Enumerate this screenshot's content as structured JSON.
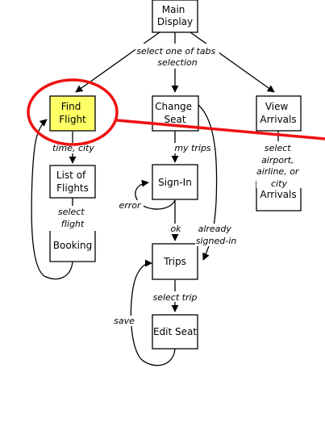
{
  "colors": {
    "highlight_fill": "#ffff66",
    "annotation_red": "#ee1111",
    "stroke": "#000000",
    "background": "#ffffff"
  },
  "nodes": {
    "main_display": [
      "Main",
      "Display"
    ],
    "find_flight": [
      "Find",
      "Flight"
    ],
    "change_seat": [
      "Change",
      "Seat"
    ],
    "view_arrivals": [
      "View",
      "Arrivals"
    ],
    "list_of_flights": [
      "List of",
      "Flights"
    ],
    "booking": [
      "Booking"
    ],
    "sign_in": [
      "Sign-In"
    ],
    "trips": [
      "Trips"
    ],
    "edit_seat": [
      "Edit Seat"
    ],
    "arrivals": [
      "Arrivals"
    ]
  },
  "edge_labels": {
    "select_tabs": [
      "select one of tabs",
      "selection"
    ],
    "time_city": [
      "time, city"
    ],
    "my_trips": [
      "my trips"
    ],
    "select_airport": [
      "select",
      "airport,",
      "airline, or",
      "city"
    ],
    "select_flight": [
      "select",
      "flight"
    ],
    "error": [
      "error"
    ],
    "ok": [
      "ok"
    ],
    "already_signed_in": [
      "already",
      "signed-in"
    ],
    "select_trip": [
      "select trip"
    ],
    "save": [
      "save"
    ]
  }
}
